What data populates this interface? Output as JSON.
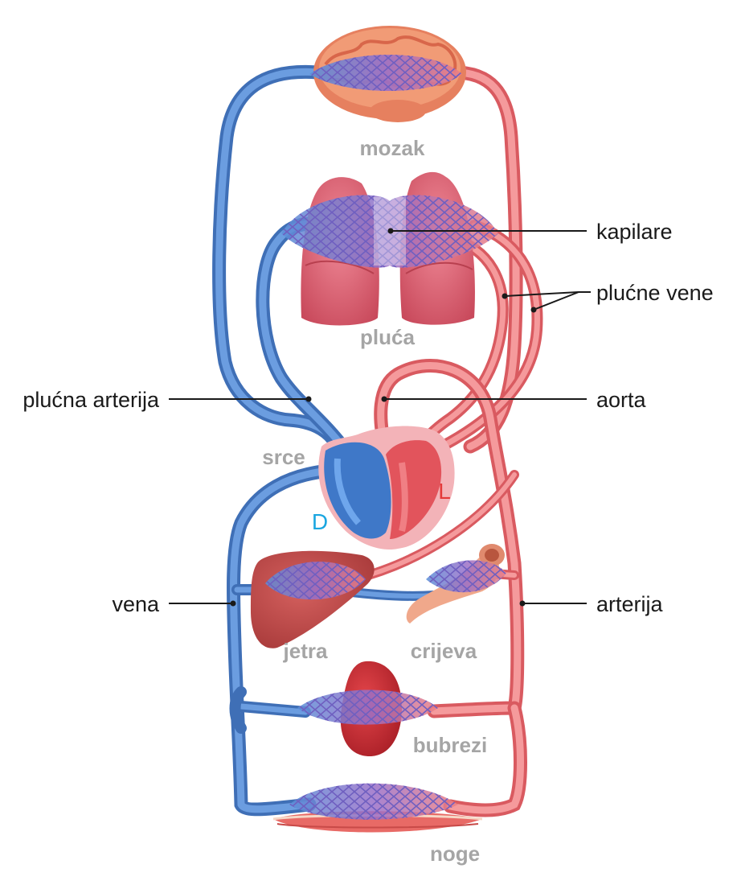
{
  "organs": {
    "brain": "mozak",
    "lungs": "pluća",
    "heart": "srce",
    "liver": "jetra",
    "intestines": "crijeva",
    "kidneys": "bubrezi",
    "legs": "noge"
  },
  "callouts": {
    "capillaries": "kapilare",
    "pulmonary_veins": "plućne vene",
    "pulmonary_artery": "plućna arterija",
    "aorta": "aorta",
    "vein": "vena",
    "artery": "arterija"
  },
  "heart_sides": {
    "right": "D",
    "left": "L"
  },
  "colors": {
    "venous_blood": "#4d87d2",
    "arterial_blood": "#ee7e82",
    "capillary_mix": "#8c6fc7",
    "organ_label": "#a5a5a5",
    "right_side_label": "#1aa6e0",
    "left_side_label": "#e43a3a"
  }
}
